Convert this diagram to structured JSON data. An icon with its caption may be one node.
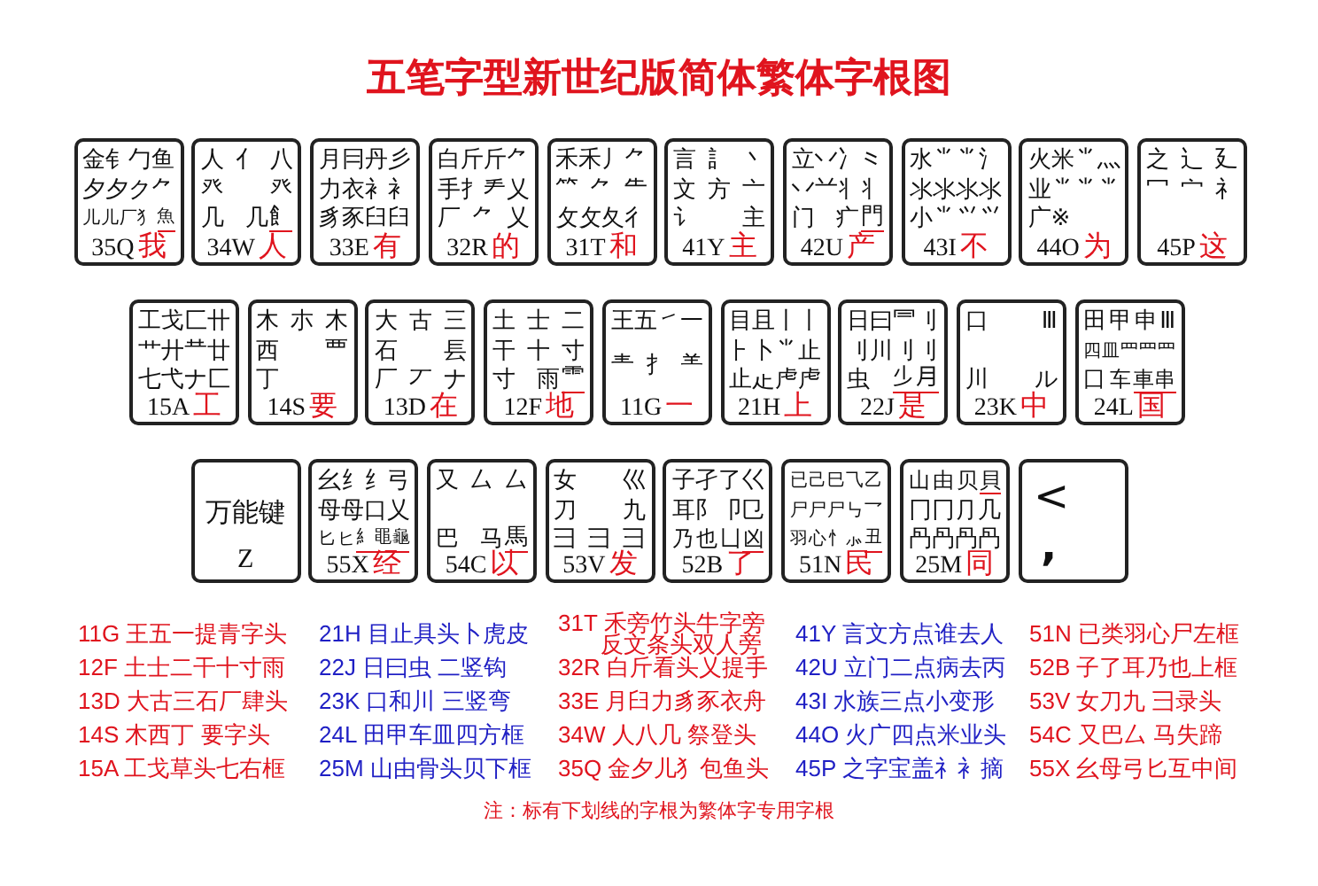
{
  "diagram": {
    "title": "五笔字型新世纪版简体繁体字根图",
    "nodes": [
      {
        "text": [
          "金钅勹鱼",
          "夕夕ク⺈",
          "儿儿厂犭",
          "魚",
          "35Q",
          "我"
        ]
      },
      {
        "text": [
          "人亻八",
          "癶癶",
          "几几",
          "飠",
          "34W",
          "人"
        ]
      },
      {
        "text": [
          "月冃丹彡",
          "力衣⻂⻂",
          "豸豕臼臼",
          "33E",
          "有"
        ]
      },
      {
        "text": [
          "白斤斤⺈",
          "手扌龵乂",
          "厂⺈乂",
          "32R",
          "的"
        ]
      },
      {
        "text": [
          "禾禾丿⺈",
          "⺮⺈⺧",
          "攵攵夂彳",
          "31T",
          "和"
        ]
      },
      {
        "text": [
          "言訁丶",
          "文方亠",
          "讠主",
          "41Y",
          "主"
        ]
      },
      {
        "text": [
          "立丷冫⺀",
          "丷䒑丬丬",
          "门疒",
          "門",
          "42U",
          "产"
        ]
      },
      {
        "text": [
          "水⺌⺌氵",
          "氺氺氺氺",
          "小⺌⺍⺍",
          "43I",
          "不"
        ]
      },
      {
        "text": [
          "火米⺌灬",
          "业⺌⺌⺌",
          "广※",
          "44O",
          "为"
        ]
      },
      {
        "text": [
          "之辶廴",
          "冖宀礻",
          "45P",
          "这"
        ]
      },
      {
        "text": [
          "工戈匚卄",
          "艹廾龷廿",
          "七弋ナ匚",
          "15A",
          "工"
        ]
      },
      {
        "text": [
          "木朩木",
          "西覀",
          "丁",
          "14S",
          "要"
        ]
      },
      {
        "text": [
          "大古三",
          "石镸",
          "厂丆ナ",
          "13D",
          "在"
        ]
      },
      {
        "text": [
          "土士二",
          "干十寸",
          "寸雨",
          "⻗",
          "12F",
          "地"
        ]
      },
      {
        "text": [
          "王五㇀一",
          "龶扌⺷",
          "11G",
          "一"
        ]
      },
      {
        "text": [
          "目且丨丨",
          "⺊卜⺌止",
          "止龰虍虍",
          "21H",
          "上"
        ]
      },
      {
        "text": [
          "日曰⺜刂",
          "刂川刂刂",
          "虫",
          "𣥂月",
          "22J",
          "是"
        ]
      },
      {
        "text": [
          "口Ⅲ",
          "川ル",
          "23K",
          "中"
        ]
      },
      {
        "text": [
          "田甲申Ⅲ",
          "四皿罒罒罒",
          "囗车",
          "車串",
          "24L",
          "国"
        ]
      },
      {
        "text": [
          "万能键",
          "Z"
        ]
      },
      {
        "text": [
          "幺纟纟弓",
          "母⺟口乂",
          "匕ヒ",
          "糹黽龜",
          "55X",
          "经"
        ]
      },
      {
        "text": [
          "又厶厶",
          "巴马",
          "馬",
          "54C",
          "以"
        ]
      },
      {
        "text": [
          "女巛",
          "刀九",
          "彐⺕⺕",
          "53V",
          "发"
        ]
      },
      {
        "text": [
          "子孑了巜",
          "耳阝卩㔾",
          "乃也凵",
          "凶",
          "52B",
          "了"
        ]
      },
      {
        "text": [
          "已己巳⺄乙",
          "尸尸尸㇉乛",
          "羽心忄⺗",
          "丑",
          "51N",
          "民"
        ]
      },
      {
        "text": [
          "山由贝",
          "貝",
          "冂冂⺆几",
          "冎冎冎冎",
          "25M",
          "同"
        ]
      },
      {
        "text": [
          "<",
          ","
        ]
      }
    ],
    "labels": [
      "11G 王五一提青字头",
      "21H 目止具头卜虎皮",
      "31T 禾旁竹头牛字旁反文条头双人旁",
      "41Y 言文方点谁去人",
      "51N 已类羽心尸左框",
      "12F 土士二干十寸雨",
      "22J 日曰虫 二竖钩",
      "32R 白斤看头乂提手",
      "42U 立门二点病去丙",
      "52B 子了耳乃也上框",
      "13D 大古三石厂肆头",
      "23K 口和川 三竖弯",
      "33E 月臼力豸豕衣舟",
      "43I 水族三点小变形",
      "53V 女刀九 彐录头",
      "14S 木西丁 要字头",
      "24L 田甲车皿四方框",
      "34W 人八几 祭登头",
      "44O 火广四点米业头",
      "54C 又巴厶 马失蹄",
      "15A 工戈草头七右框",
      "25M 山由骨头贝下框",
      "35Q 金夕儿犭包鱼头",
      "45P 之字宝盖礻衤摘",
      "55X 幺母弓匕互中间",
      "注：标有下划线的字根为繁体字专用字根"
    ]
  }
}
